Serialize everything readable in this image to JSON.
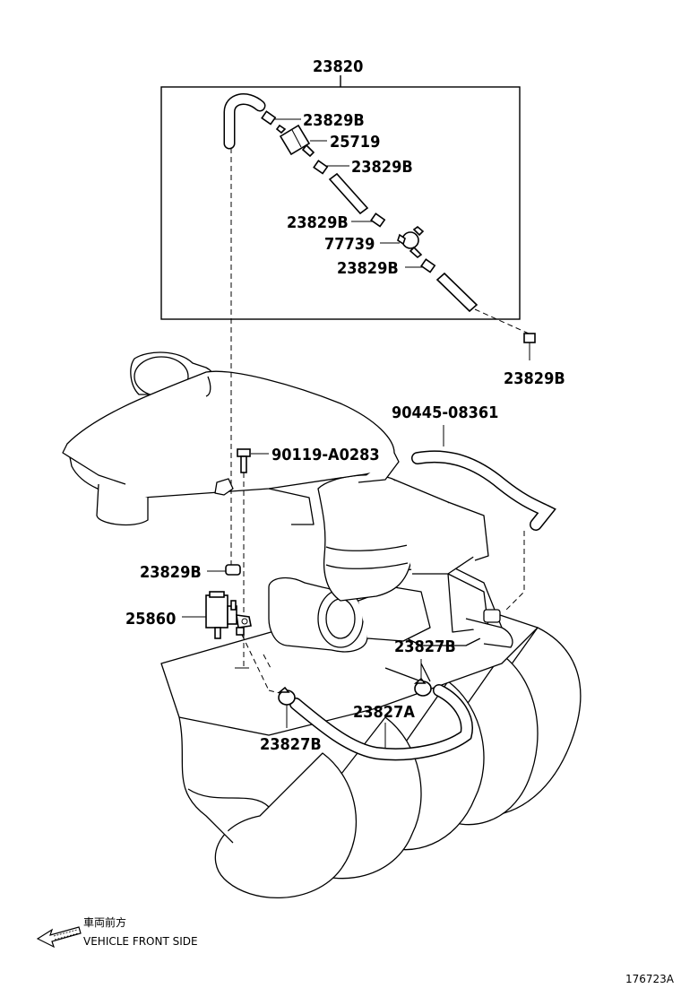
{
  "diagram": {
    "assembly_label": "23820",
    "labels": {
      "clamp_b_1": "23829B",
      "valve_25719": "25719",
      "clamp_b_2": "23829B",
      "clamp_b_3": "23829B",
      "fitting_77739": "77739",
      "clamp_b_4": "23829B",
      "clamp_b_5": "23829B",
      "hose_90445": "90445-08361",
      "bolt_90119": "90119-A0283",
      "clamp_b_6": "23829B",
      "vsv_25860": "25860",
      "clamp_23827b_1": "23827B",
      "hose_23827a": "23827A",
      "clamp_23827b_2": "23827B"
    },
    "front_marker": {
      "japanese": "車両前方",
      "english": "VEHICLE FRONT SIDE"
    },
    "figure_id": "176723A"
  }
}
